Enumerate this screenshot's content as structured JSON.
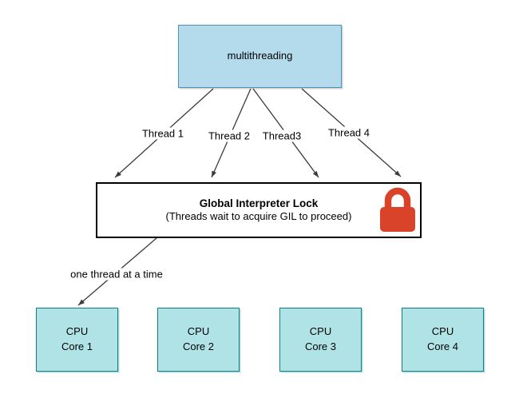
{
  "diagram": {
    "multithreading_box": {
      "label": "multithreading"
    },
    "thread_labels": [
      "Thread 1",
      "Thread 2",
      "Thread3",
      "Thread 4"
    ],
    "gil_box": {
      "title": "Global Interpreter Lock",
      "subtitle": "(Threads wait to acquire GIL to proceed)"
    },
    "gil_arrow_label": "one thread at a time",
    "cpu_cores": [
      {
        "line1": "CPU",
        "line2": "Core 1"
      },
      {
        "line1": "CPU",
        "line2": "Core 2"
      },
      {
        "line1": "CPU",
        "line2": "Core 3"
      },
      {
        "line1": "CPU",
        "line2": "Core 4"
      }
    ],
    "icons": {
      "gil_lock": "lock-icon"
    },
    "colors": {
      "mt_fill": "#b3dbec",
      "mt_border": "#4c94b6",
      "cpu_fill": "#b0e3e6",
      "cpu_border": "#0e8088",
      "lock": "#d9432a",
      "arrow": "#3b3b3b"
    }
  }
}
